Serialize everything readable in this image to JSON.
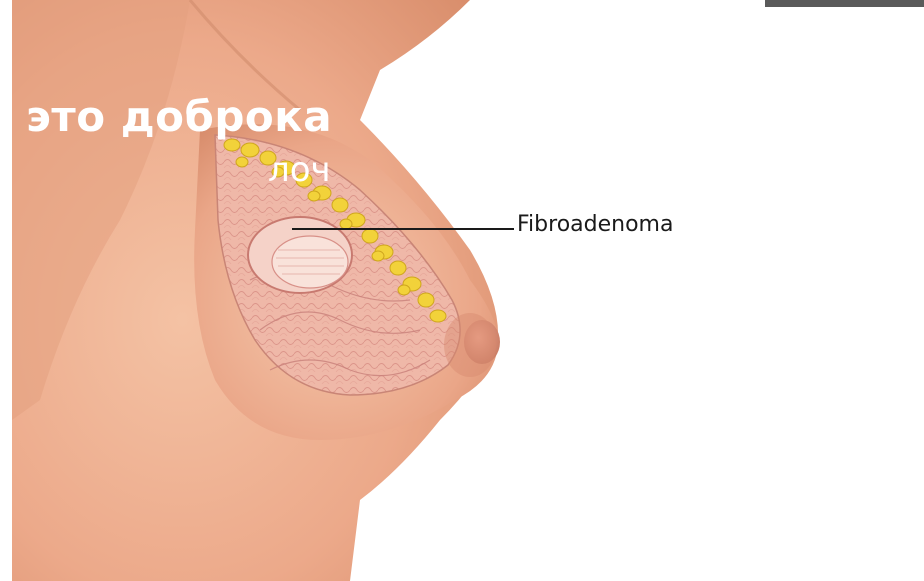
{
  "overlay": {
    "line1": "это доброка",
    "line2": "лоч"
  },
  "illustration": {
    "label": "Fibroadenoma",
    "colors": {
      "skin": "#f0b89a",
      "skin_shadow": "#d8906e",
      "tissue": "#eeb2a0",
      "fat": "#f2d23a",
      "lump": "#f3c8c0",
      "label_text": "#1a1a1a",
      "overlay_text": "#ffffff"
    }
  }
}
